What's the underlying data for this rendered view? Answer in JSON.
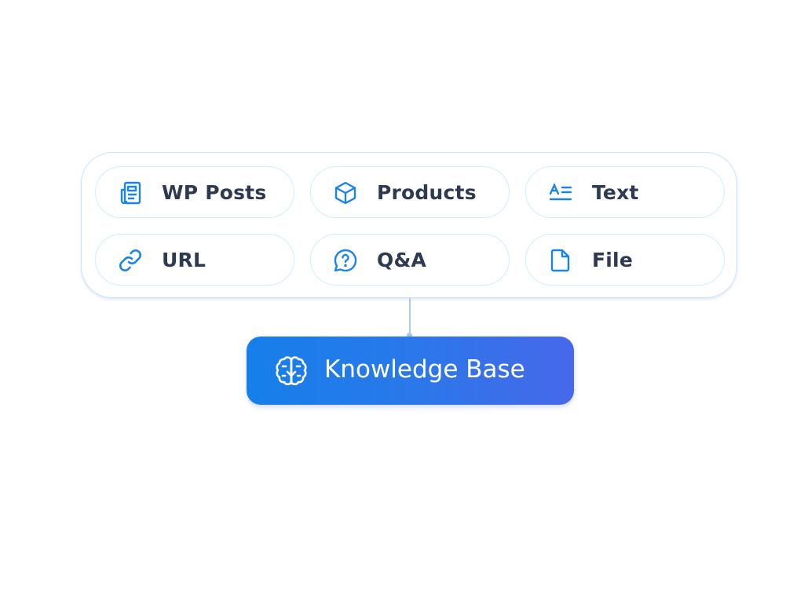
{
  "sources": [
    {
      "label": "WP Posts",
      "icon": "newspaper-icon"
    },
    {
      "label": "Products",
      "icon": "box-icon"
    },
    {
      "label": "Text",
      "icon": "text-format-icon"
    },
    {
      "label": "URL",
      "icon": "link-icon"
    },
    {
      "label": "Q&A",
      "icon": "question-bubble-icon"
    },
    {
      "label": "File",
      "icon": "file-icon"
    }
  ],
  "target": {
    "label": "Knowledge Base",
    "icon": "brain-icon"
  },
  "colors": {
    "icon": "#1a84e8",
    "text": "#2d3a52",
    "gradient_start": "#167fe9",
    "gradient_end": "#4768ea",
    "border": "#c7e6fb"
  }
}
